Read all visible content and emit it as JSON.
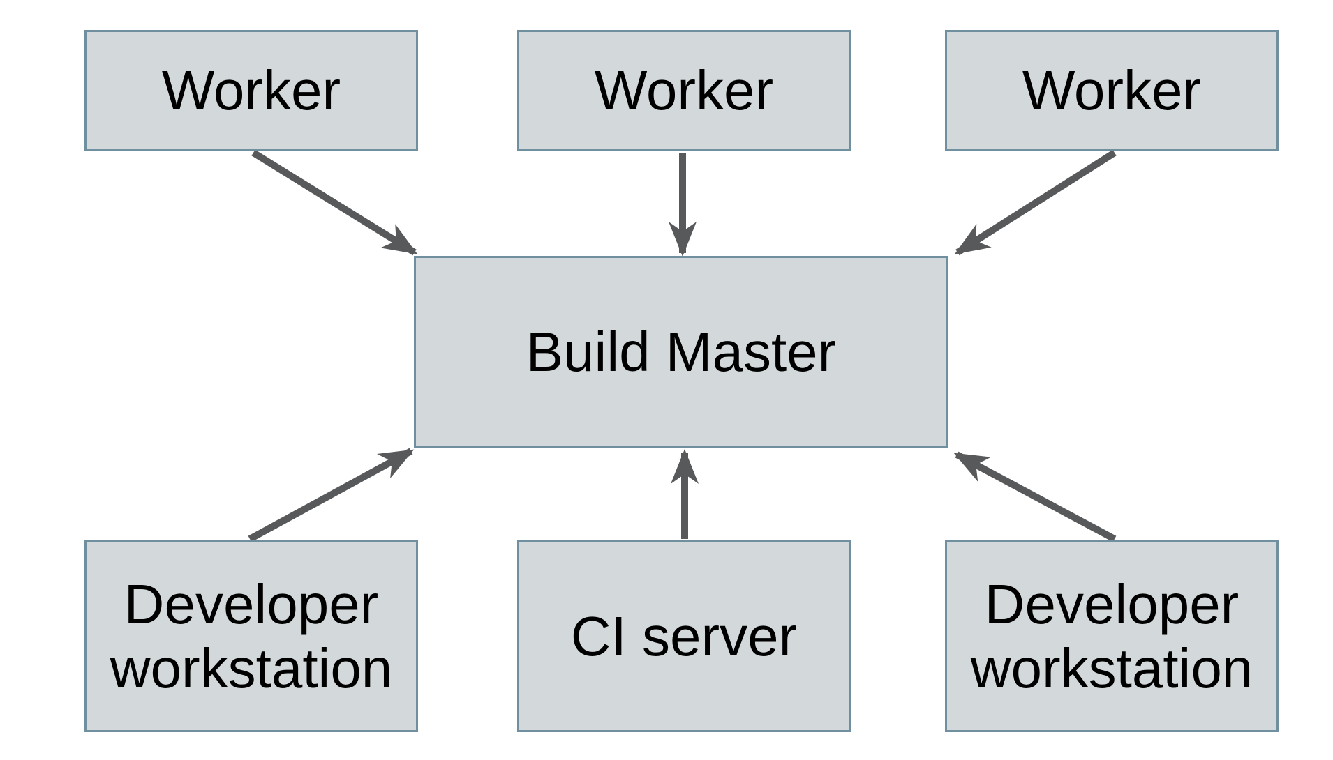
{
  "diagram": {
    "type": "architecture-diagram",
    "colors": {
      "background": "#ffffff",
      "box_fill": "#d3d9db",
      "box_border": "#71909f",
      "arrow": "#58595b",
      "text": "#000000"
    },
    "nodes": {
      "worker1": {
        "label": "Worker"
      },
      "worker2": {
        "label": "Worker"
      },
      "worker3": {
        "label": "Worker"
      },
      "build_master": {
        "label": "Build Master"
      },
      "dev_workstation_left": {
        "label": "Developer workstation"
      },
      "ci_server": {
        "label": "CI server"
      },
      "dev_workstation_right": {
        "label": "Developer workstation"
      }
    },
    "edges": [
      {
        "from": "worker1",
        "to": "build_master"
      },
      {
        "from": "worker2",
        "to": "build_master"
      },
      {
        "from": "worker3",
        "to": "build_master"
      },
      {
        "from": "dev_workstation_left",
        "to": "build_master"
      },
      {
        "from": "ci_server",
        "to": "build_master"
      },
      {
        "from": "dev_workstation_right",
        "to": "build_master"
      }
    ]
  }
}
